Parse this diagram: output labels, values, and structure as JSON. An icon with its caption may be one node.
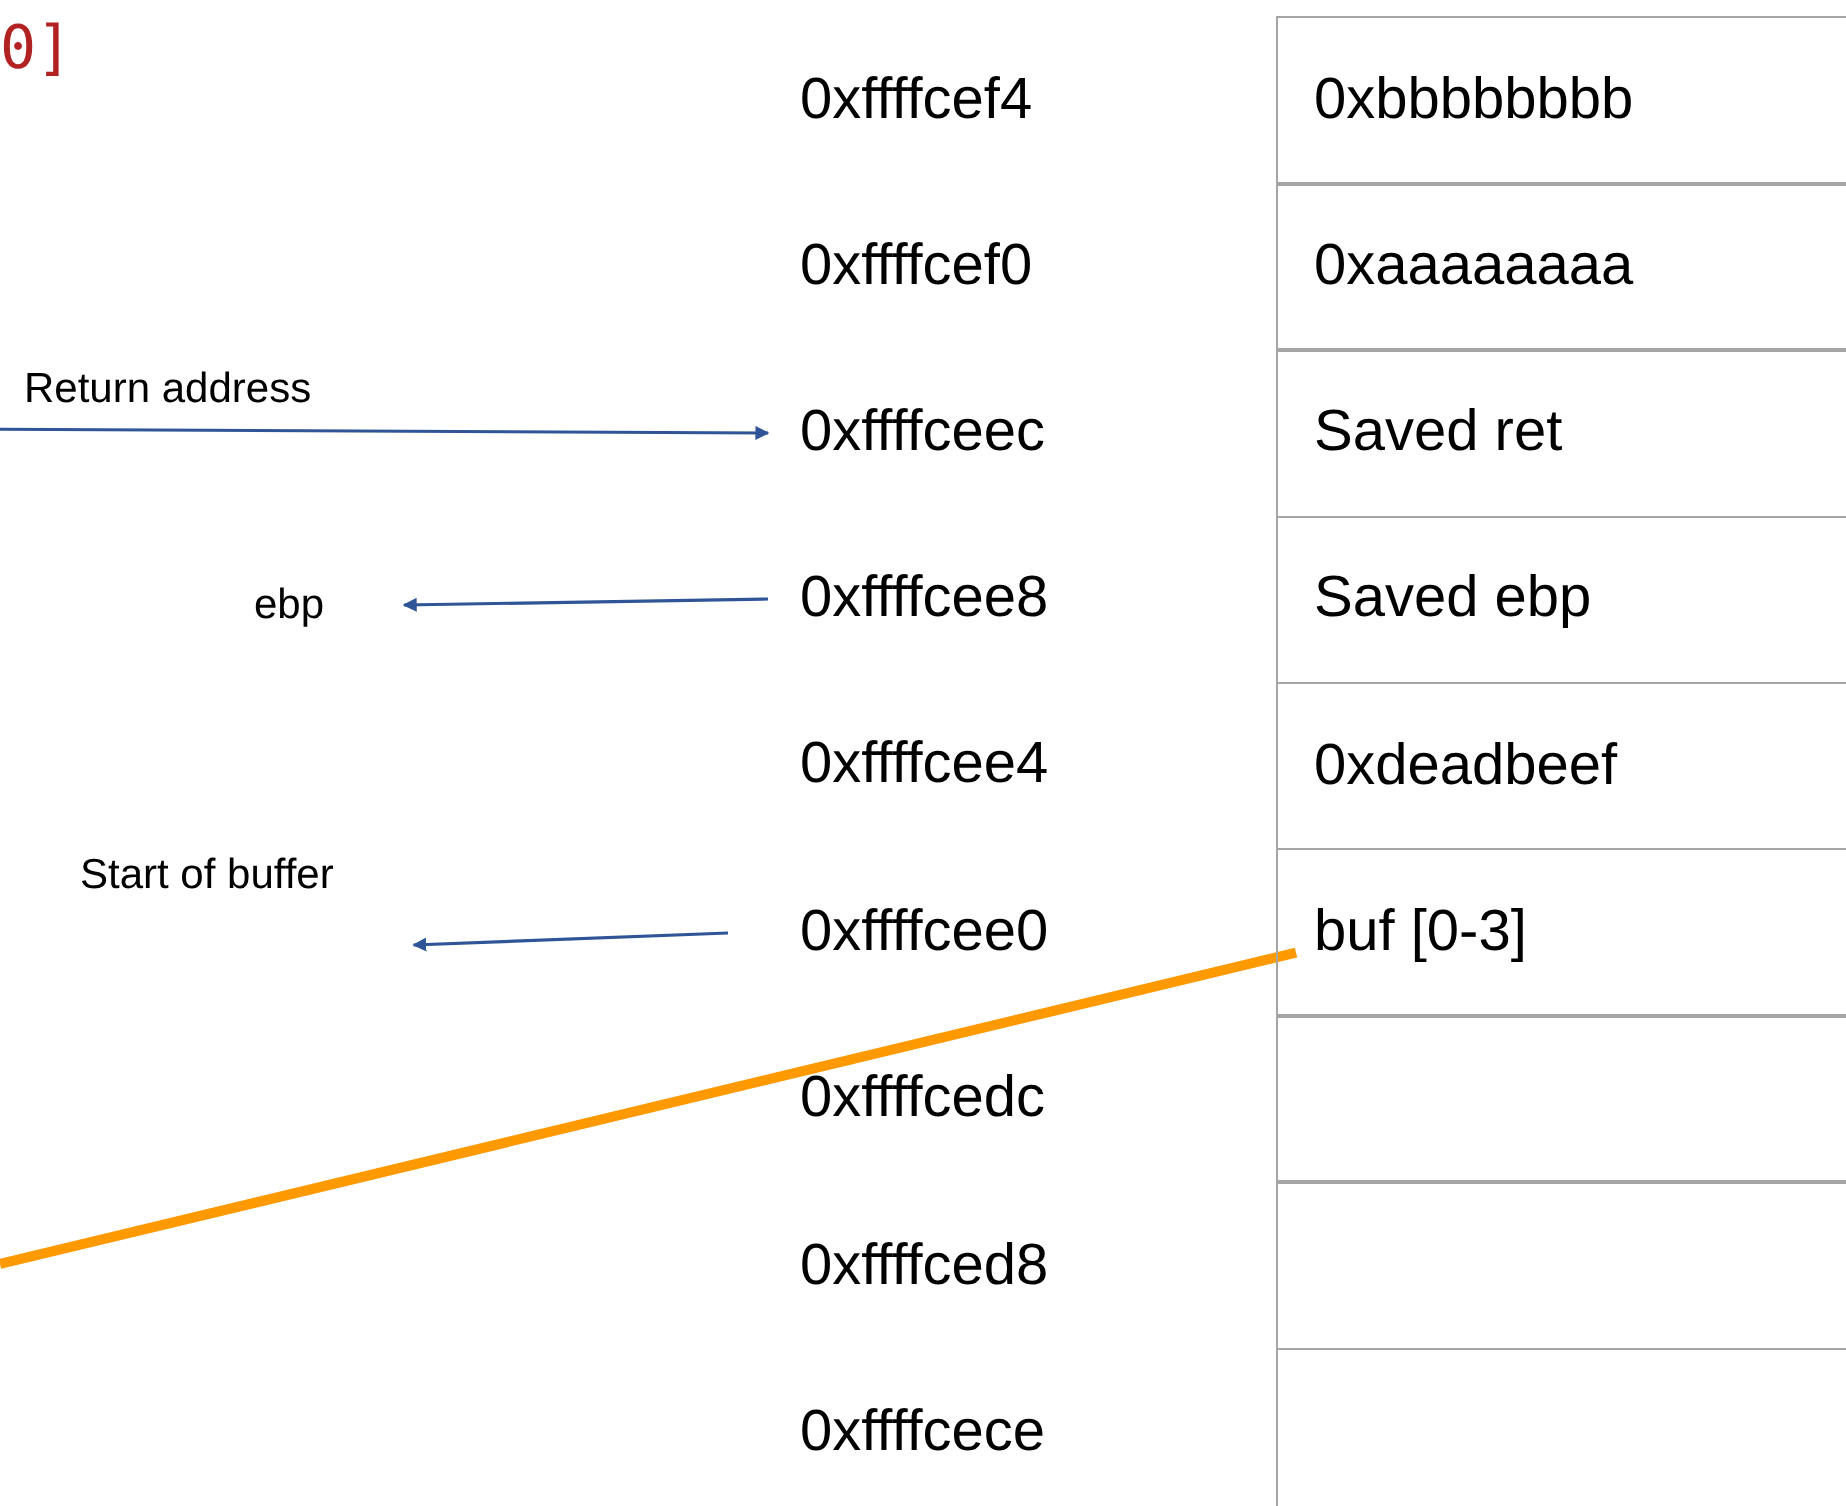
{
  "diagram": {
    "nodes": [
      {
        "text": [
          "0xbbbbbbbb"
        ]
      },
      {
        "text": [
          "0xaaaaaaaa"
        ]
      },
      {
        "text": [
          "Saved ret"
        ]
      },
      {
        "text": [
          "Saved ebp"
        ]
      },
      {
        "text": [
          "0xdeadbeef"
        ]
      },
      {
        "text": [
          "buf [0-3]"
        ]
      },
      {
        "text": [],
        "shape": "box"
      },
      {
        "text": [],
        "shape": "box"
      },
      {
        "text": [],
        "shape": "box"
      },
      {
        "text": [
          "0xffffceec"
        ]
      },
      {
        "text": [
          "0xffffcee8"
        ]
      },
      {
        "text": [
          "0xffffcee0"
        ]
      },
      {
        "text": [
          "Return address"
        ]
      },
      {
        "text": [
          "ebp"
        ]
      },
      {
        "text": [
          "Start of buffer"
        ]
      }
    ],
    "edges": [
      {
        "from": 12,
        "to": 9,
        "arrow": "to"
      },
      {
        "from": 10,
        "to": 13,
        "arrow": "to"
      },
      {
        "from": 11,
        "to": 14,
        "arrow": "to"
      },
      {
        "from": 5,
        "to": null,
        "arrow": "none",
        "style": "thick",
        "color": "#ff9900"
      }
    ],
    "labels": [
      "0]",
      "0xffffcef4",
      "0xffffcef0",
      "0xffffcee4",
      "0xffffcedc",
      "0xffffced8",
      "0xffffcece"
    ]
  }
}
